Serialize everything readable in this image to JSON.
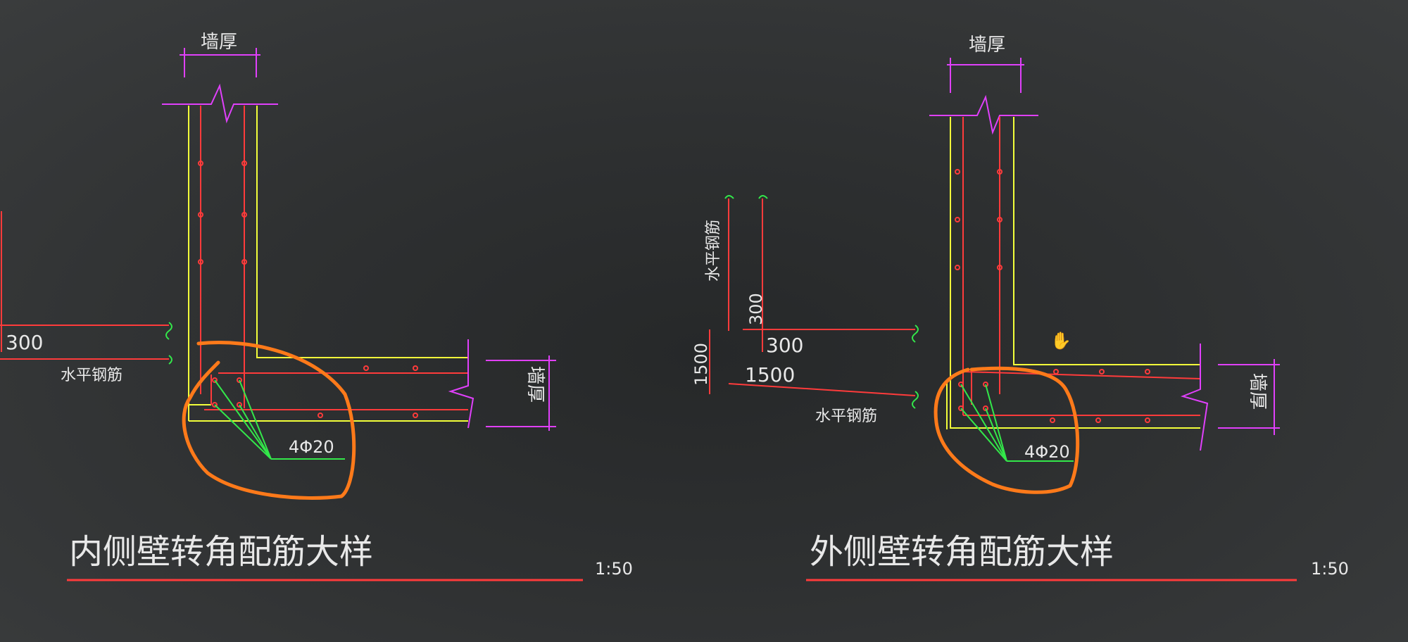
{
  "app": {
    "colors": {
      "background": "#2f3132",
      "wall_outline": "#f2ff3a",
      "rebar": "#ff3b3b",
      "dimension": "#e040fb",
      "leader": "#33e84a",
      "text": "#e8e8e8",
      "markup": "#ff7a1a"
    }
  },
  "drawing": {
    "left_detail": {
      "title": "内侧壁转角配筋大样",
      "scale": "1:50",
      "wall_thickness_top": "墙厚",
      "wall_thickness_right": "墙厚",
      "dim_300": "300",
      "horizontal_rebar": "水平钢筋",
      "rebar_callout": "4Φ20"
    },
    "right_detail": {
      "title": "外侧壁转角配筋大样",
      "scale": "1:50",
      "wall_thickness_top": "墙厚",
      "wall_thickness_right": "墙厚",
      "dim_300_vertical": "300",
      "dim_300_horizontal": "300",
      "dim_1500_vertical": "1500",
      "dim_1500_horizontal": "1500",
      "horizontal_rebar_vertical": "水平钢筋",
      "horizontal_rebar": "水平钢筋",
      "rebar_callout": "4Φ20"
    }
  }
}
